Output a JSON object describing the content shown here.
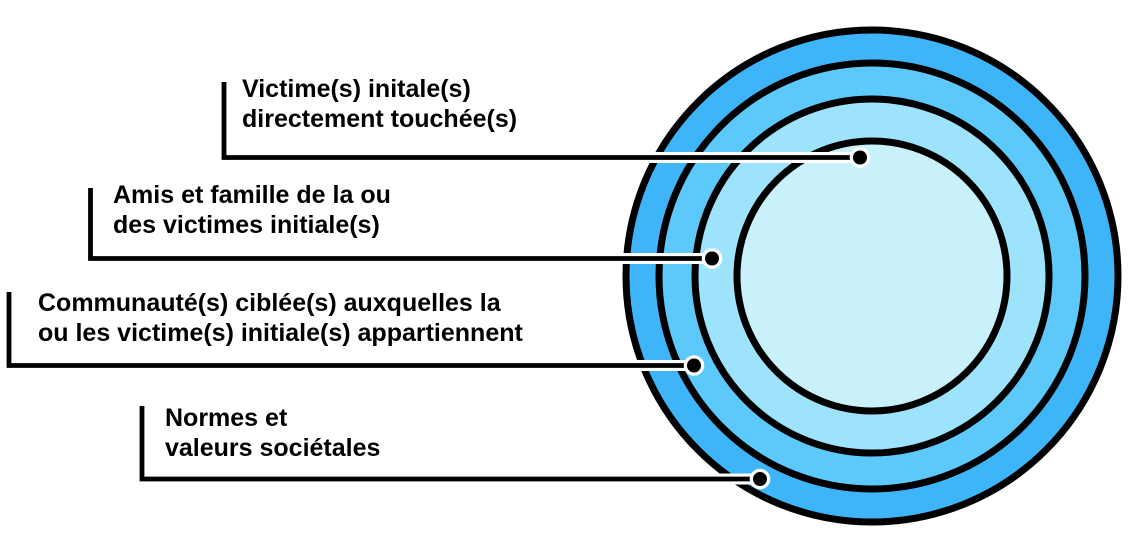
{
  "diagram": {
    "type": "concentric-circles",
    "description": "Four concentric rings showing widening circles of harm around initial victims",
    "colors": {
      "background": "#FFFFFF",
      "outline": "#000000",
      "connector": "#000000",
      "connector_casing": "#FFFFFF"
    },
    "rings": [
      {
        "name": "initial-victims",
        "line1": "Victime(s) initale(s)",
        "line2": "directement touchée(s)",
        "color": "#C8F1FC"
      },
      {
        "name": "friends-family",
        "line1": "Amis et famille de la ou",
        "line2": "des victimes initiale(s)",
        "color": "#9DE3FC"
      },
      {
        "name": "targeted-communities",
        "line1": "Communauté(s) ciblée(s) auxquelles la",
        "line2": "ou les victime(s) initiale(s) appartiennent",
        "color": "#5CC9FA"
      },
      {
        "name": "societal-norms",
        "line1": "Normes et",
        "line2": "valeurs sociétales",
        "color": "#3FB5F9"
      }
    ]
  }
}
